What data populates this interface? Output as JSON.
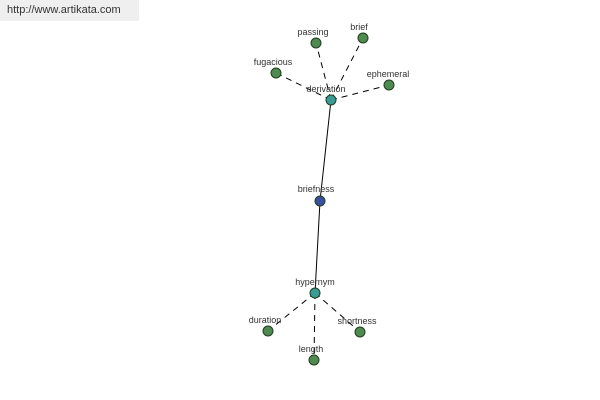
{
  "banner": {
    "url_text": "http://www.artikata.com"
  },
  "colors": {
    "leaf_fill": "#4f8a50",
    "hub_fill": "#3a9c96",
    "center_fill": "#3b4fa0",
    "node_stroke": "#1f3f1f",
    "edge": "#000000",
    "label": "#333333"
  },
  "graph": {
    "nodes": [
      {
        "id": "derivation",
        "label": "derivation",
        "kind": "hub"
      },
      {
        "id": "briefness",
        "label": "briefness",
        "kind": "center"
      },
      {
        "id": "hypernym",
        "label": "hypernym",
        "kind": "hub"
      },
      {
        "id": "passing",
        "label": "passing",
        "kind": "leaf"
      },
      {
        "id": "brief",
        "label": "brief",
        "kind": "leaf"
      },
      {
        "id": "fugacious",
        "label": "fugacious",
        "kind": "leaf"
      },
      {
        "id": "ephemeral",
        "label": "ephemeral",
        "kind": "leaf"
      },
      {
        "id": "duration",
        "label": "duration",
        "kind": "leaf"
      },
      {
        "id": "shortness",
        "label": "shortness",
        "kind": "leaf"
      },
      {
        "id": "length",
        "label": "length",
        "kind": "leaf"
      }
    ],
    "edges": [
      {
        "from": "derivation",
        "to": "briefness",
        "style": "solid"
      },
      {
        "from": "briefness",
        "to": "hypernym",
        "style": "solid"
      },
      {
        "from": "derivation",
        "to": "passing",
        "style": "dashed"
      },
      {
        "from": "derivation",
        "to": "brief",
        "style": "dashed"
      },
      {
        "from": "derivation",
        "to": "fugacious",
        "style": "dashed"
      },
      {
        "from": "derivation",
        "to": "ephemeral",
        "style": "dashed"
      },
      {
        "from": "hypernym",
        "to": "duration",
        "style": "dashed"
      },
      {
        "from": "hypernym",
        "to": "shortness",
        "style": "dashed"
      },
      {
        "from": "hypernym",
        "to": "length",
        "style": "dashed"
      }
    ]
  }
}
